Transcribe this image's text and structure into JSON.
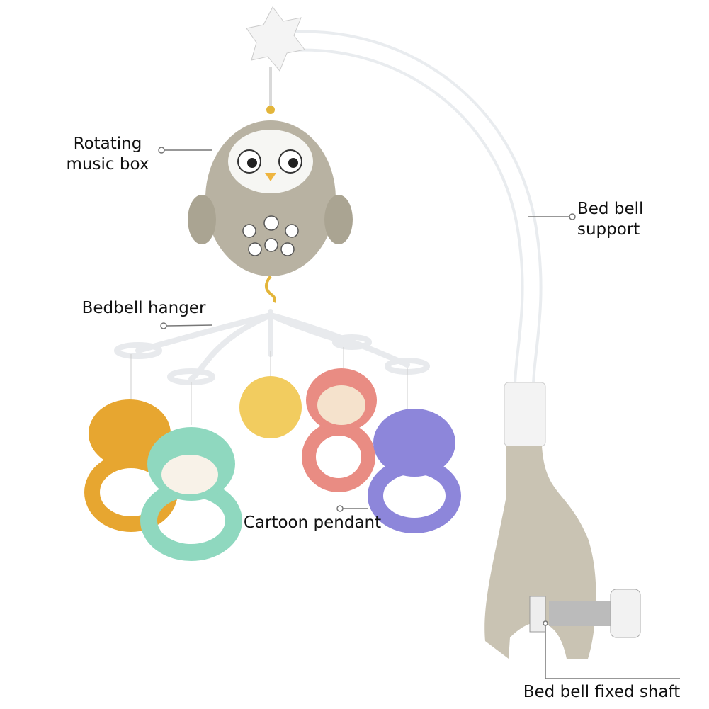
{
  "labels": {
    "music_box": [
      "Rotating",
      "music box"
    ],
    "support": [
      "Bed bell",
      "support"
    ],
    "hanger": "Bedbell hanger",
    "pendant": "Cartoon pendant",
    "shaft": "Bed bell fixed shaft"
  },
  "colors": {
    "owl": "#b8b2a2",
    "clamp": "#c9c3b3",
    "tiger": "#e7a630",
    "mint": "#8fd8bf",
    "pink": "#e98c83",
    "purple": "#8d86da",
    "ball": "#f2cc5f",
    "leader": "#777777"
  }
}
